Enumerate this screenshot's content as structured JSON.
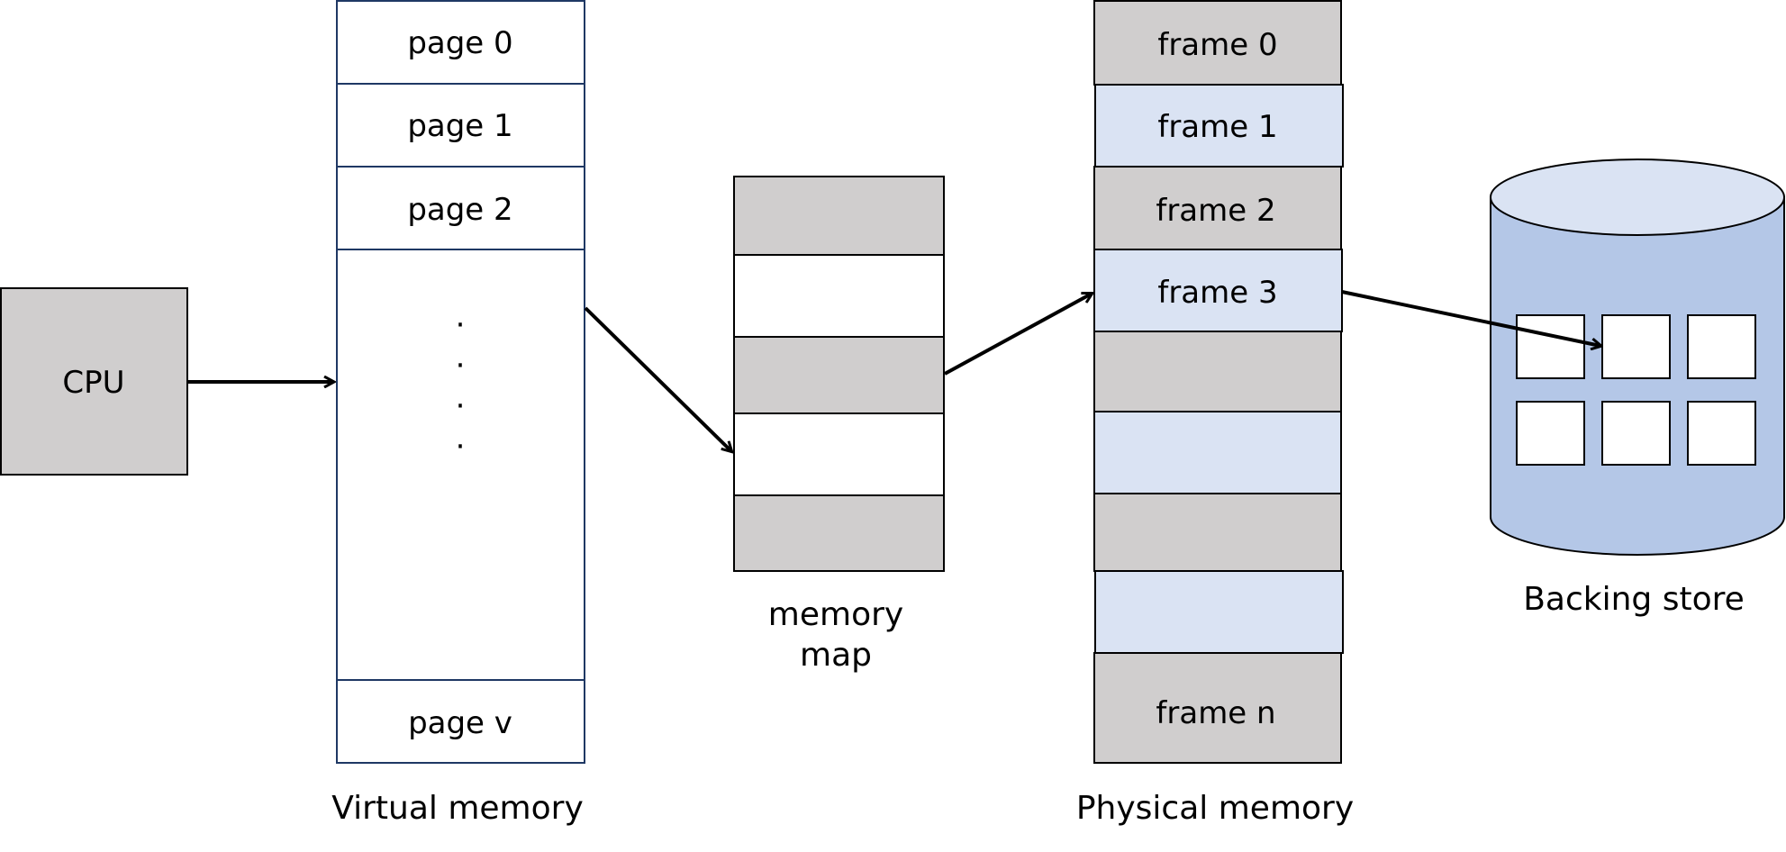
{
  "cpu": {
    "label": "CPU"
  },
  "virtual_memory": {
    "caption": "Virtual memory",
    "pages": [
      "page 0",
      "page 1",
      "page 2"
    ],
    "ellipsis": [
      "·",
      "·",
      "·",
      "·"
    ],
    "last_page": "page v"
  },
  "memory_map": {
    "caption_line1": "memory",
    "caption_line2": "map",
    "rows": [
      "",
      "",
      "",
      "",
      ""
    ]
  },
  "physical_memory": {
    "caption": "Physical memory",
    "frames": [
      "frame 0",
      "frame 1",
      "frame 2",
      "frame 3",
      "",
      "",
      "",
      "",
      "frame n"
    ]
  },
  "backing_store": {
    "caption": "Backing store",
    "blocks": 6
  },
  "colors": {
    "gray_fill": "#d0cece",
    "light_blue_fill": "#dae3f3",
    "cylinder_fill": "#b4c7e7",
    "cylinder_top": "#dae3f3",
    "dark_border": "#1f3864",
    "stroke": "#000000"
  }
}
